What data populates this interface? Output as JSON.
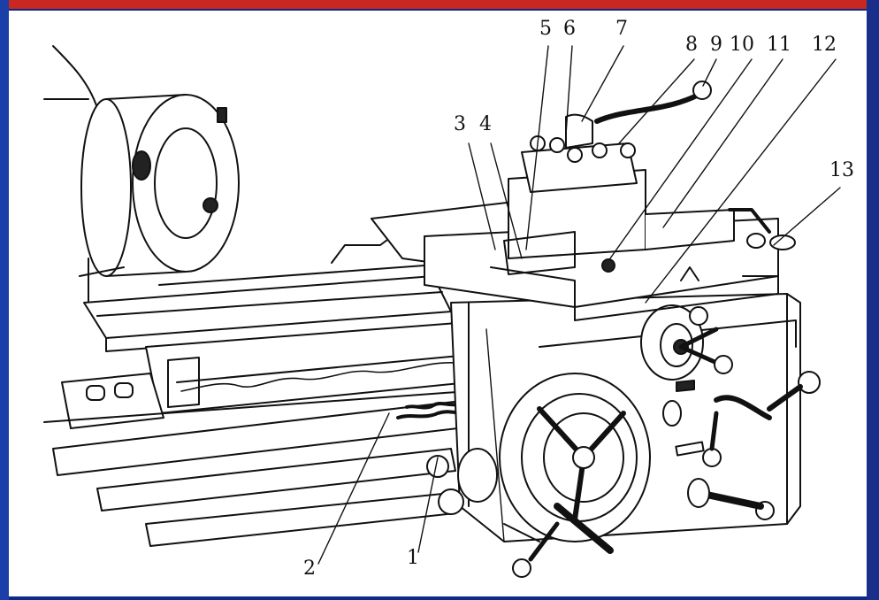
{
  "diagram": {
    "callouts": [
      {
        "id": "1",
        "text": "1"
      },
      {
        "id": "2",
        "text": "2"
      },
      {
        "id": "3",
        "text": "3"
      },
      {
        "id": "4",
        "text": "4"
      },
      {
        "id": "5",
        "text": "5"
      },
      {
        "id": "6",
        "text": "6"
      },
      {
        "id": "7",
        "text": "7"
      },
      {
        "id": "8",
        "text": "8"
      },
      {
        "id": "9",
        "text": "9"
      },
      {
        "id": "10",
        "text": "10"
      },
      {
        "id": "11",
        "text": "11"
      },
      {
        "id": "12",
        "text": "12"
      },
      {
        "id": "13",
        "text": "13"
      }
    ]
  },
  "colors": {
    "frame_blue": "#0d2a86",
    "frame_red": "#c8281f",
    "paper": "#ffffff",
    "ink": "#111111"
  }
}
